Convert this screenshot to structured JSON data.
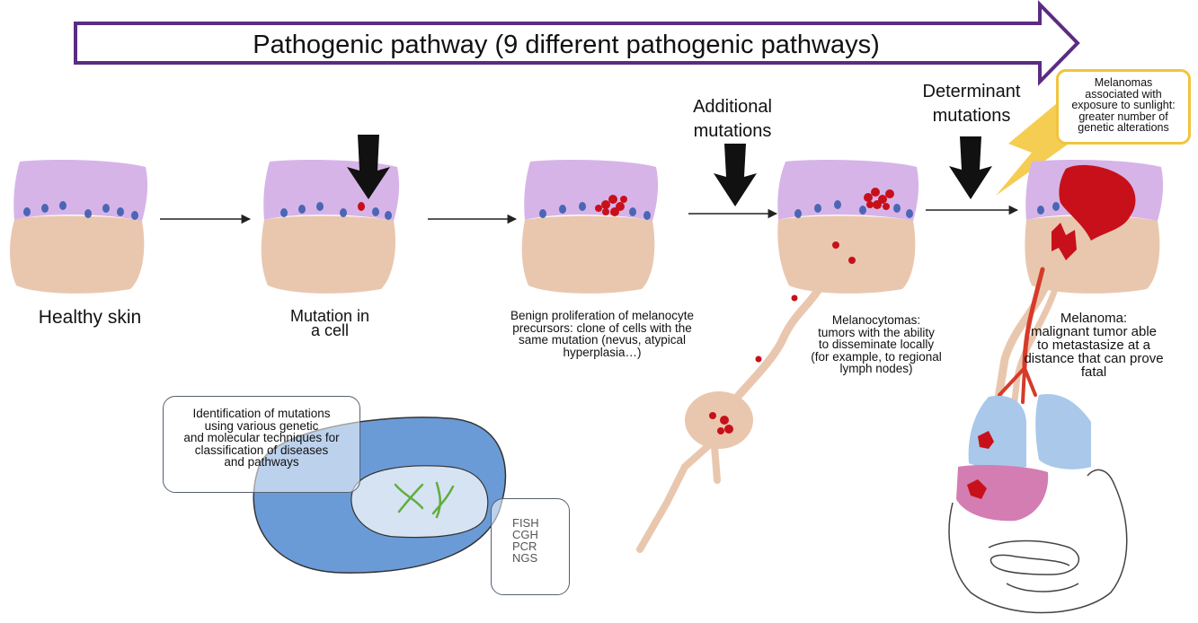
{
  "banner": {
    "text": "Pathogenic pathway (9 different pathogenic pathways)"
  },
  "stages": [
    {
      "label": "Healthy skin"
    },
    {
      "label_lines": [
        "Mutation in",
        "a cell"
      ]
    },
    {
      "label_lines": [
        "Benign proliferation of melanocyte",
        "precursors: clone of cells with the",
        "same mutation (nevus, atypical",
        "hyperplasia…)"
      ]
    },
    {
      "label_lines": [
        "Melanocytomas:",
        "tumors with the ability",
        "to disseminate locally",
        "(for example, to regional",
        "lymph nodes)"
      ]
    },
    {
      "label_lines": [
        "Melanoma:",
        "malignant tumor able",
        "to metastasize at a",
        "distance that can prove",
        "fatal"
      ]
    }
  ],
  "mutation_labels": {
    "additional": [
      "Additional",
      "mutations"
    ],
    "determinant": [
      "Determinant",
      "mutations"
    ]
  },
  "sunlight_callout": {
    "lines": [
      "Melanomas",
      "associated with",
      "exposure to sunlight:",
      "greater number of",
      "genetic alterations"
    ]
  },
  "identification_box": {
    "lines": [
      "Identification of mutations",
      "using various genetic",
      "and molecular techniques for",
      "classification of diseases",
      "and pathways"
    ]
  },
  "techniques": [
    "FISH",
    "CGH",
    "PCR",
    "NGS"
  ],
  "colors": {
    "banner_arrow": "#5b2c83",
    "epidermis": "#d6b4e8",
    "dermis": "#e9c7ae",
    "melanocyte": "#4b66b5",
    "mutant_cell": "#c8101a",
    "sun_bolt": "#f4cd52",
    "callout_border": "#f2c43c",
    "cell_body": "#6b9bd6",
    "nucleus": "#d6e3f3",
    "chromosome": "#5fae3c",
    "lung": "#a9c8ea",
    "liver": "#d37db2"
  }
}
